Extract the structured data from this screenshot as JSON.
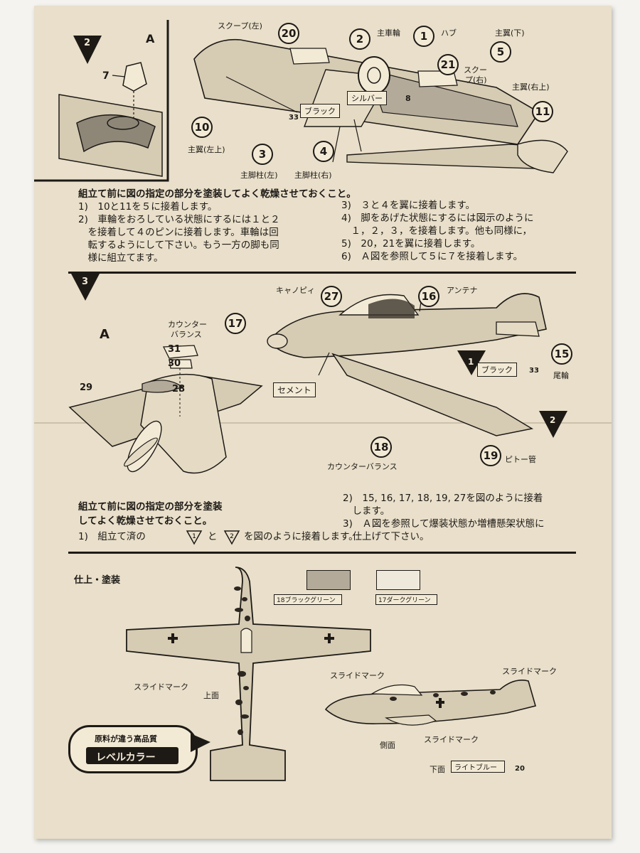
{
  "step2": {
    "number": "2",
    "inset_label": "A",
    "inset_part": "7",
    "parts": {
      "p20": "20",
      "p2": "2",
      "p1": "1",
      "p21": "21",
      "p5": "5",
      "p11": "11",
      "p10": "10",
      "p3": "3",
      "p4": "4",
      "p8": "8",
      "p33": "33"
    },
    "labels": {
      "scoop_left": "スクープ(左)",
      "main_wheel": "主車輪",
      "hub": "ハブ",
      "wing_lower": "主翼(下)",
      "scoop_right_1": "スクー",
      "scoop_right_2": "プ(右)",
      "wing_right_upper": "主翼(右上)",
      "wing_left_upper": "主翼(左上)",
      "gear_leg_left": "主脚柱(左)",
      "gear_leg_right": "主脚柱(右)",
      "silver": "シルバー",
      "black": "ブラック"
    },
    "heading": "組立て前に図の指定の部分を塗装してよく乾燥させておくこと。",
    "instructions_left": [
      "1)　10と11を５に接着します。",
      "2)　車輪をおろしている状態にするには１と２",
      "　を接着して４のピンに接着します。車輪は回",
      "　転するようにして下さい。もう一方の脚も同",
      "　様に組立てます。"
    ],
    "instructions_right": [
      "3)　３と４を翼に接着します。",
      "4)　脚をあげた状態にするには図示のように",
      "　１，２，３，を接着します。他も同様に，",
      "5)　20，21を翼に接着します。",
      "6)　Ａ図を参照して５に７を接着します。"
    ]
  },
  "step3": {
    "number": "3",
    "detail_label": "A",
    "parts": {
      "p27": "27",
      "p16": "16",
      "p17": "17",
      "p15": "15",
      "p18": "18",
      "p19": "19",
      "p31": "31",
      "p30": "30",
      "p29": "29",
      "p28": "28",
      "p33": "33",
      "sub1": "1",
      "sub2": "2"
    },
    "labels": {
      "canopy": "キャノピィ",
      "antenna": "アンテナ",
      "counterbalance_1": "カウンター",
      "counterbalance_2": "バランス",
      "counterbalance_full": "カウンターバランス",
      "cement": "セメント",
      "black": "ブラック",
      "tail_wheel": "尾輪",
      "pitot": "ピトー管"
    },
    "heading_1": "組立て前に図の指定の部分を塗装",
    "heading_2": "してよく乾燥させておくこと。",
    "instruction_1_a": "1)　組立て済の",
    "instruction_1_b": "と",
    "instruction_1_c": "を図のように接着します。",
    "instructions_right": [
      "2)　15, 16, 17, 18, 19, 27を図のように接着",
      "　します。",
      "3)　Ａ図を参照して爆装状態か増槽懸架状態に",
      "　仕上げて下さい。"
    ]
  },
  "finish": {
    "title": "仕上・塗装",
    "color_1": "18ブラックグリーン",
    "color_2": "17ダークグリーン",
    "color_3": "ライトブルー",
    "color_3_no": "20",
    "decal_1": "スライドマーク",
    "decal_2": "スライドマーク",
    "decal_3": "スライドマーク",
    "decal_4": "スライドマーク",
    "top_view": "上面",
    "side_view": "側面",
    "bottom_view": "下面",
    "badge_line1": "原料が違う高品質",
    "badge_line2": "レベルカラー"
  },
  "colors": {
    "paper": "#e9dfca",
    "ink": "#1d1a16",
    "swatch_dark": "#b3aa9a",
    "swatch_light": "#efe9dc"
  }
}
